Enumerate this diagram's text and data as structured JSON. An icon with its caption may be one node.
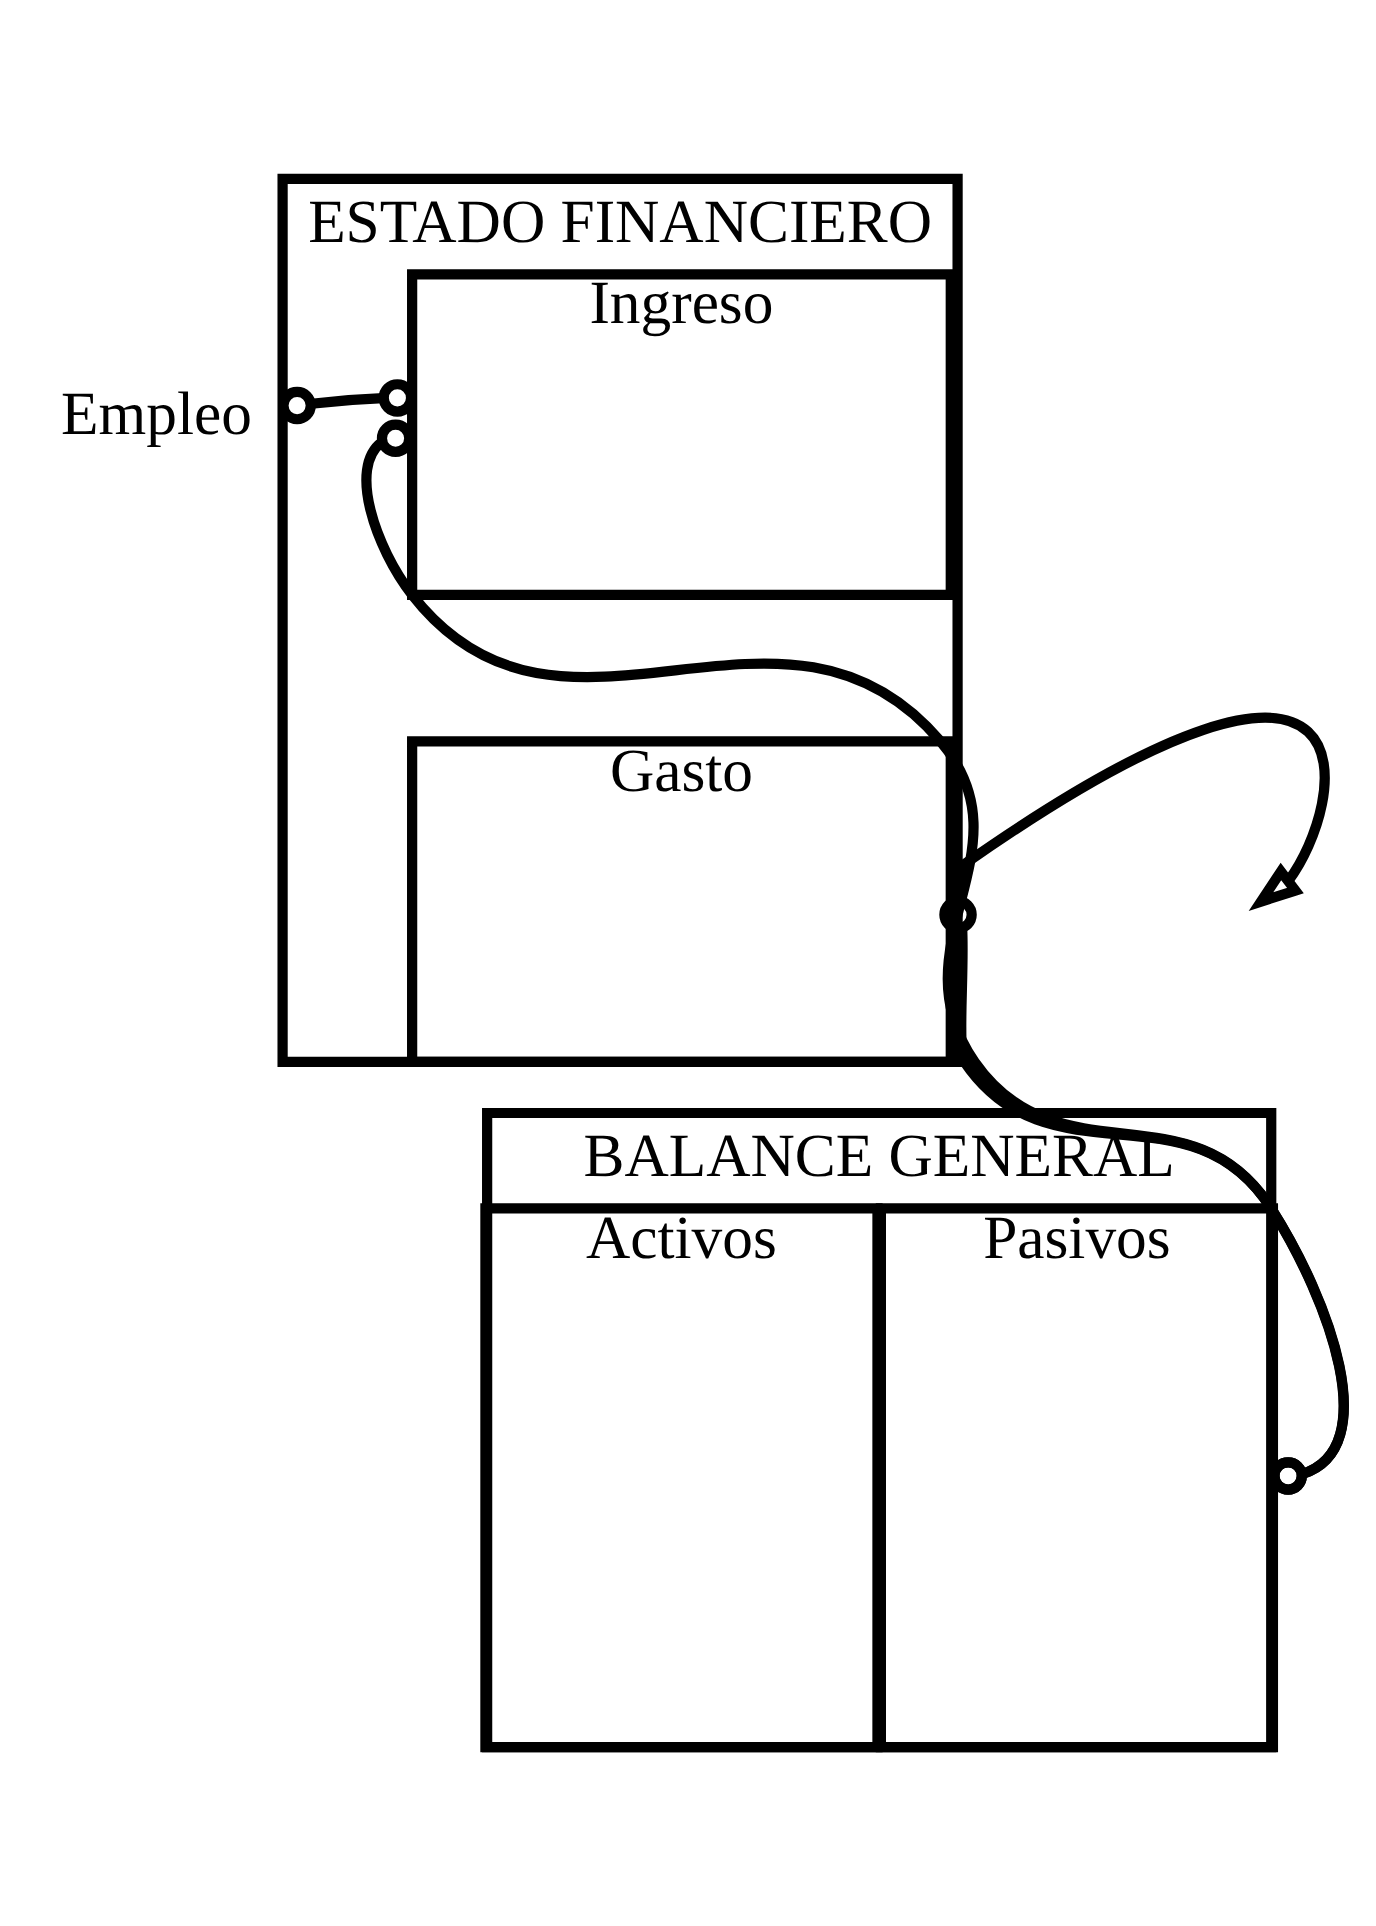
{
  "diagram": {
    "nodes": [
      {
        "text": [
          "ESTADO FINANCIERO"
        ]
      },
      {
        "text": [
          "Ingreso"
        ],
        "in": 0
      },
      {
        "text": [
          "Gasto"
        ],
        "in": 0
      },
      {
        "text": [
          "BALANCE GENERAL"
        ]
      },
      {
        "text": [
          "Activos"
        ],
        "in": 3
      },
      {
        "text": [
          "Pasivos"
        ],
        "in": 3
      },
      {
        "text": [
          "Empleo"
        ]
      }
    ],
    "edges": [
      {
        "from": 6,
        "to": 1,
        "arrow": "other"
      },
      {
        "from": 1,
        "to": 5,
        "arrow": "other"
      },
      {
        "from": 5,
        "to": 2,
        "arrow": "other"
      },
      {
        "from": 2,
        "to": null,
        "arrow": "to"
      }
    ]
  }
}
